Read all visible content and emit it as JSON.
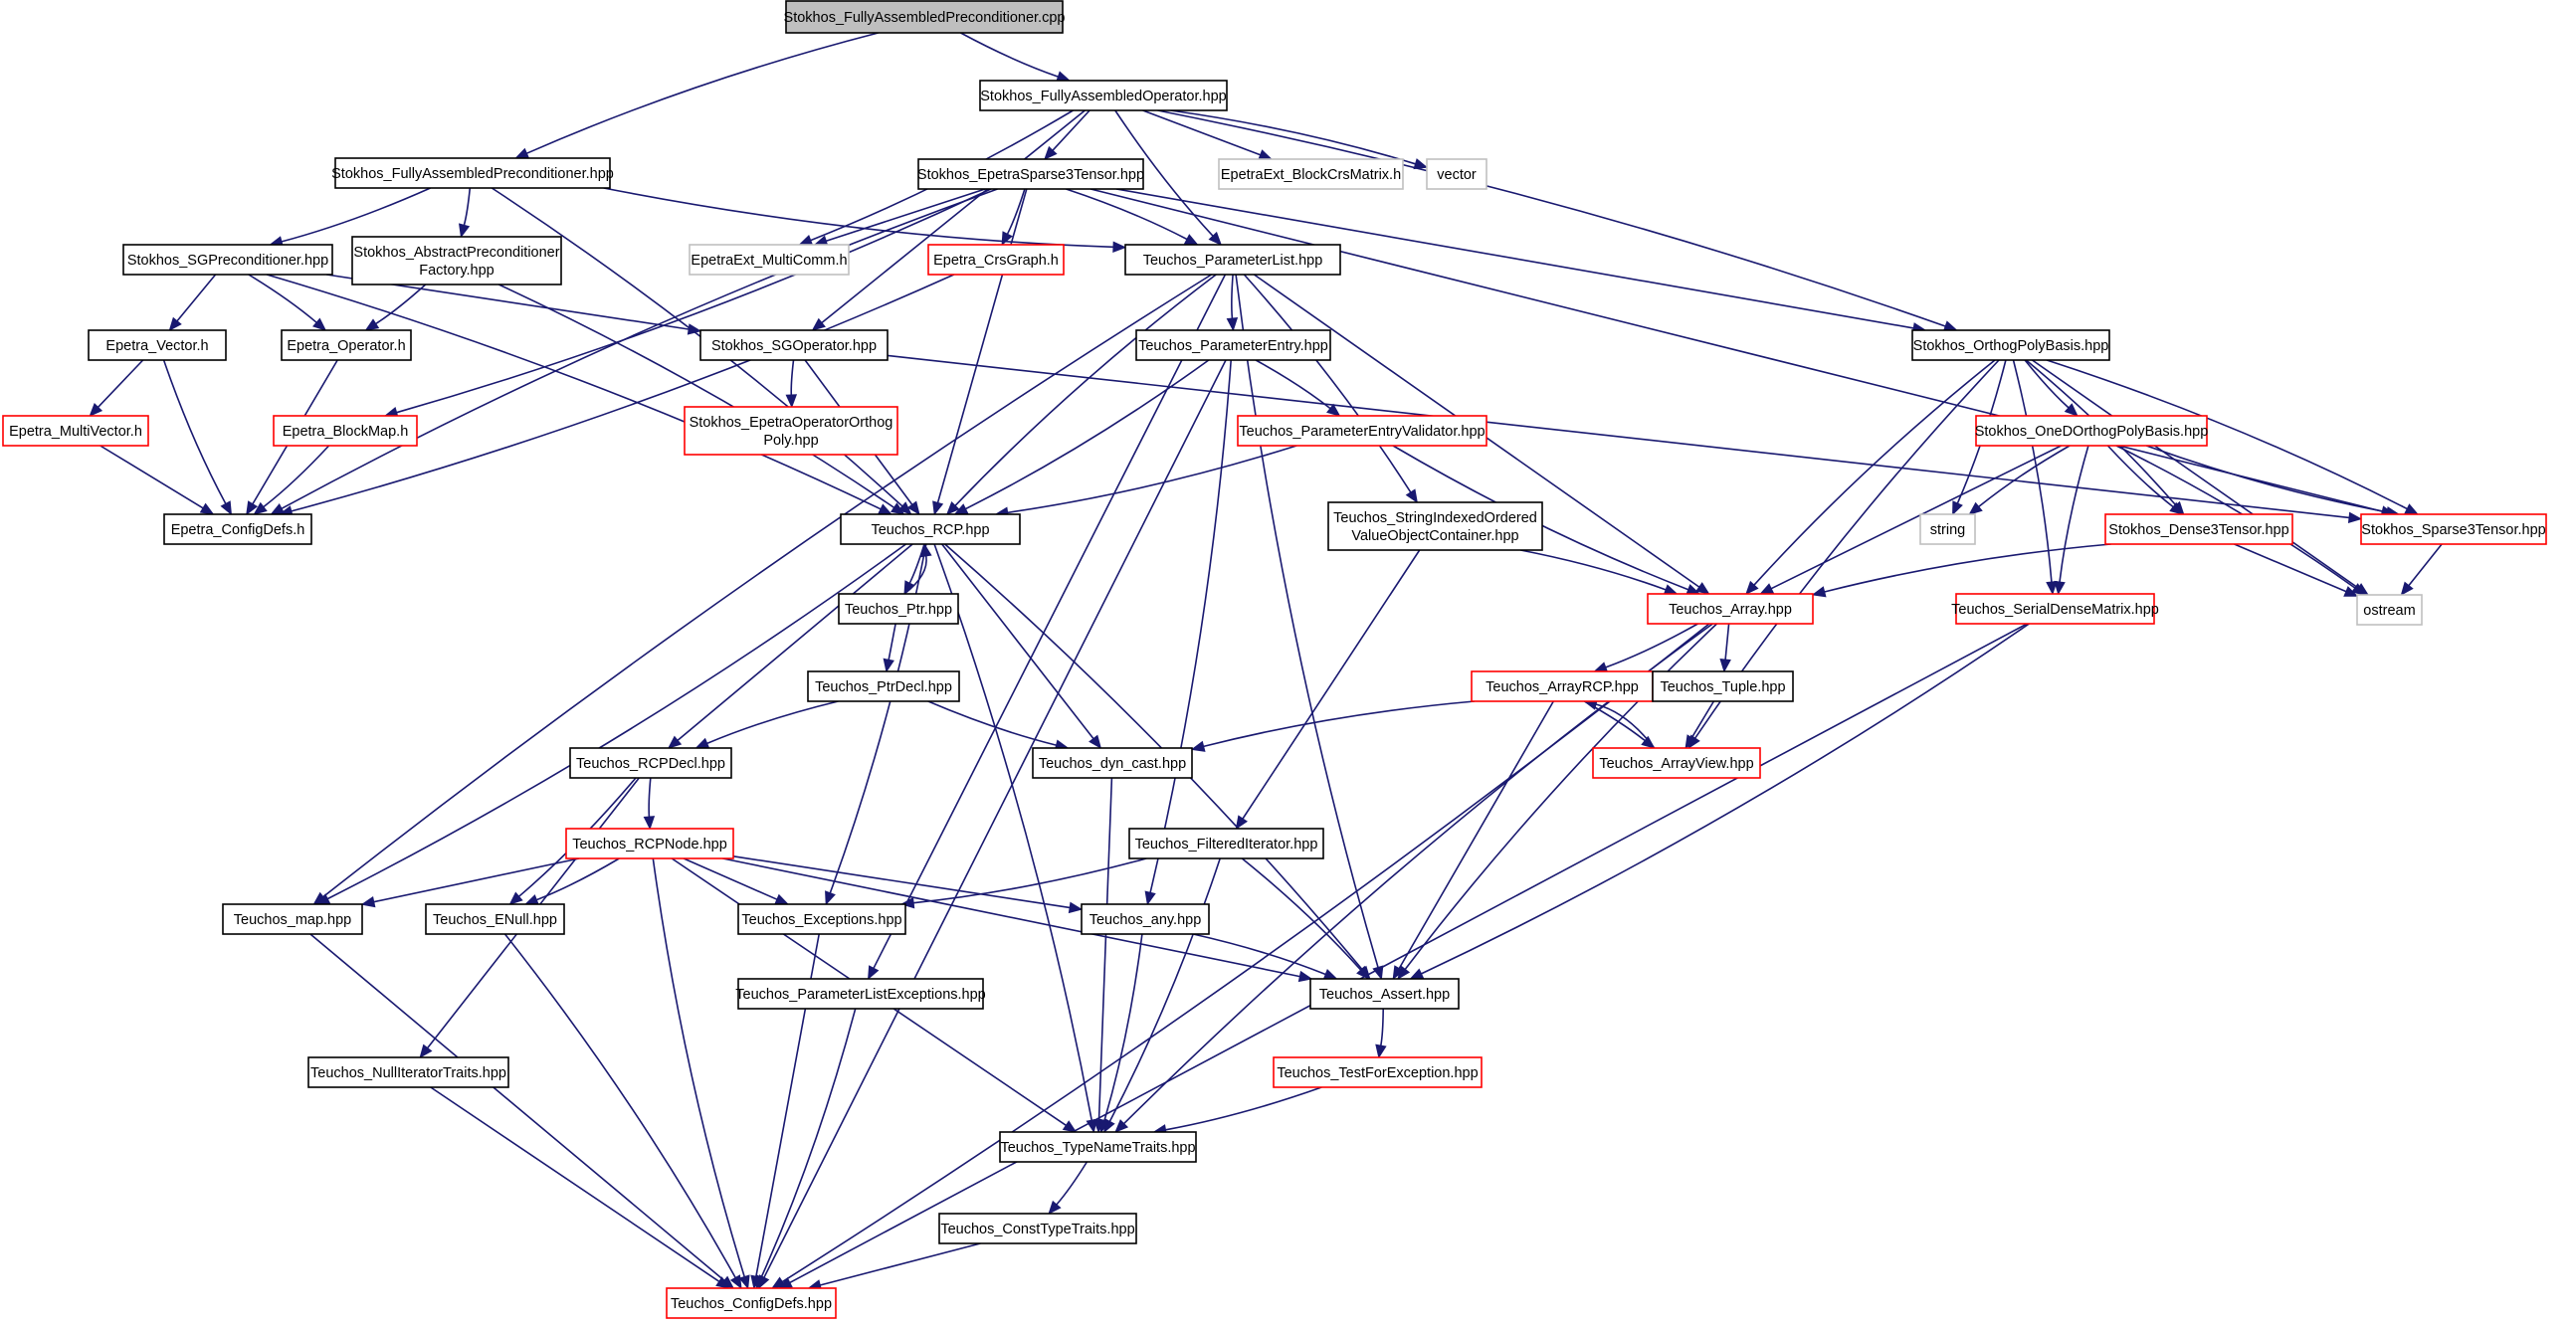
{
  "colors": {
    "root_fill": "#bfbfbf",
    "normal": "#000000",
    "incomplete": "#ff0000",
    "external": "#bfbfbf",
    "edge": "#191970"
  },
  "nodes": {
    "fapc_cpp": {
      "lines": [
        "Stokhos_FullyAssembledPreconditioner.cpp"
      ],
      "kind": "root"
    },
    "fao": {
      "lines": [
        "Stokhos_FullyAssembledOperator.hpp"
      ],
      "kind": "normal"
    },
    "fap": {
      "lines": [
        "Stokhos_FullyAssembledPreconditioner.hpp"
      ],
      "kind": "normal"
    },
    "es3t": {
      "lines": [
        "Stokhos_EpetraSparse3Tensor.hpp"
      ],
      "kind": "normal"
    },
    "bcrs": {
      "lines": [
        "EpetraExt_BlockCrsMatrix.h"
      ],
      "kind": "external"
    },
    "vector": {
      "lines": [
        "vector"
      ],
      "kind": "external"
    },
    "sgprec": {
      "lines": [
        "Stokhos_SGPreconditioner.hpp"
      ],
      "kind": "normal"
    },
    "apf": {
      "lines": [
        "Stokhos_AbstractPreconditioner",
        "Factory.hpp"
      ],
      "kind": "normal"
    },
    "multicomm": {
      "lines": [
        "EpetraExt_MultiComm.h"
      ],
      "kind": "external"
    },
    "crsgraph": {
      "lines": [
        "Epetra_CrsGraph.h"
      ],
      "kind": "incomplete"
    },
    "plist": {
      "lines": [
        "Teuchos_ParameterList.hpp"
      ],
      "kind": "normal"
    },
    "evec": {
      "lines": [
        "Epetra_Vector.h"
      ],
      "kind": "normal"
    },
    "eop": {
      "lines": [
        "Epetra_Operator.h"
      ],
      "kind": "normal"
    },
    "sgop": {
      "lines": [
        "Stokhos_SGOperator.hpp"
      ],
      "kind": "normal"
    },
    "pentry": {
      "lines": [
        "Teuchos_ParameterEntry.hpp"
      ],
      "kind": "normal"
    },
    "opb": {
      "lines": [
        "Stokhos_OrthogPolyBasis.hpp"
      ],
      "kind": "normal"
    },
    "emv": {
      "lines": [
        "Epetra_MultiVector.h"
      ],
      "kind": "incomplete"
    },
    "blockmap": {
      "lines": [
        "Epetra_BlockMap.h"
      ],
      "kind": "incomplete"
    },
    "eoop": {
      "lines": [
        "Stokhos_EpetraOperatorOrthog",
        "Poly.hpp"
      ],
      "kind": "incomplete"
    },
    "pev": {
      "lines": [
        "Teuchos_ParameterEntryValidator.hpp"
      ],
      "kind": "incomplete"
    },
    "odopb": {
      "lines": [
        "Stokhos_OneDOrthogPolyBasis.hpp"
      ],
      "kind": "incomplete"
    },
    "cfgdefs": {
      "lines": [
        "Epetra_ConfigDefs.h"
      ],
      "kind": "normal"
    },
    "rcp": {
      "lines": [
        "Teuchos_RCP.hpp"
      ],
      "kind": "normal"
    },
    "sivo": {
      "lines": [
        "Teuchos_StringIndexedOrdered",
        "ValueObjectContainer.hpp"
      ],
      "kind": "normal"
    },
    "string": {
      "lines": [
        "string"
      ],
      "kind": "external"
    },
    "d3t": {
      "lines": [
        "Stokhos_Dense3Tensor.hpp"
      ],
      "kind": "incomplete"
    },
    "s3t": {
      "lines": [
        "Stokhos_Sparse3Tensor.hpp"
      ],
      "kind": "incomplete"
    },
    "ptr": {
      "lines": [
        "Teuchos_Ptr.hpp"
      ],
      "kind": "normal"
    },
    "array": {
      "lines": [
        "Teuchos_Array.hpp"
      ],
      "kind": "incomplete"
    },
    "sdm": {
      "lines": [
        "Teuchos_SerialDenseMatrix.hpp"
      ],
      "kind": "incomplete"
    },
    "ostream": {
      "lines": [
        "ostream"
      ],
      "kind": "external"
    },
    "ptrdecl": {
      "lines": [
        "Teuchos_PtrDecl.hpp"
      ],
      "kind": "normal"
    },
    "arcp": {
      "lines": [
        "Teuchos_ArrayRCP.hpp"
      ],
      "kind": "incomplete"
    },
    "tuple": {
      "lines": [
        "Teuchos_Tuple.hpp"
      ],
      "kind": "normal"
    },
    "rcpdecl": {
      "lines": [
        "Teuchos_RCPDecl.hpp"
      ],
      "kind": "normal"
    },
    "dyncast": {
      "lines": [
        "Teuchos_dyn_cast.hpp"
      ],
      "kind": "normal"
    },
    "aview": {
      "lines": [
        "Teuchos_ArrayView.hpp"
      ],
      "kind": "incomplete"
    },
    "rcpnode": {
      "lines": [
        "Teuchos_RCPNode.hpp"
      ],
      "kind": "incomplete"
    },
    "filtit": {
      "lines": [
        "Teuchos_FilteredIterator.hpp"
      ],
      "kind": "normal"
    },
    "map": {
      "lines": [
        "Teuchos_map.hpp"
      ],
      "kind": "normal"
    },
    "enull": {
      "lines": [
        "Teuchos_ENull.hpp"
      ],
      "kind": "normal"
    },
    "exc": {
      "lines": [
        "Teuchos_Exceptions.hpp"
      ],
      "kind": "normal"
    },
    "any": {
      "lines": [
        "Teuchos_any.hpp"
      ],
      "kind": "normal"
    },
    "assert": {
      "lines": [
        "Teuchos_Assert.hpp"
      ],
      "kind": "normal"
    },
    "plexc": {
      "lines": [
        "Teuchos_ParameterListExceptions.hpp"
      ],
      "kind": "normal"
    },
    "nit": {
      "lines": [
        "Teuchos_NullIteratorTraits.hpp"
      ],
      "kind": "normal"
    },
    "tfe": {
      "lines": [
        "Teuchos_TestForException.hpp"
      ],
      "kind": "incomplete"
    },
    "tnt": {
      "lines": [
        "Teuchos_TypeNameTraits.hpp"
      ],
      "kind": "normal"
    },
    "ctt": {
      "lines": [
        "Teuchos_ConstTypeTraits.hpp"
      ],
      "kind": "normal"
    },
    "tcfg": {
      "lines": [
        "Teuchos_ConfigDefs.hpp"
      ],
      "kind": "incomplete"
    }
  },
  "edges": [
    [
      "fapc_cpp",
      "fap"
    ],
    [
      "fapc_cpp",
      "fao"
    ],
    [
      "fao",
      "es3t"
    ],
    [
      "fao",
      "bcrs"
    ],
    [
      "fao",
      "vector"
    ],
    [
      "fao",
      "multicomm"
    ],
    [
      "fao",
      "sgop"
    ],
    [
      "fao",
      "plist"
    ],
    [
      "fao",
      "opb"
    ],
    [
      "fap",
      "sgprec"
    ],
    [
      "fap",
      "apf"
    ],
    [
      "fap",
      "plist"
    ],
    [
      "fap",
      "rcp"
    ],
    [
      "es3t",
      "multicomm"
    ],
    [
      "es3t",
      "crsgraph"
    ],
    [
      "es3t",
      "plist"
    ],
    [
      "es3t",
      "blockmap"
    ],
    [
      "es3t",
      "rcp"
    ],
    [
      "es3t",
      "opb"
    ],
    [
      "es3t",
      "s3t"
    ],
    [
      "es3t",
      "cfgdefs"
    ],
    [
      "sgprec",
      "evec"
    ],
    [
      "sgprec",
      "eop"
    ],
    [
      "sgprec",
      "sgop"
    ],
    [
      "sgprec",
      "rcp"
    ],
    [
      "apf",
      "eop"
    ],
    [
      "apf",
      "rcp"
    ],
    [
      "crsgraph",
      "cfgdefs"
    ],
    [
      "evec",
      "emv"
    ],
    [
      "evec",
      "cfgdefs"
    ],
    [
      "eop",
      "cfgdefs"
    ],
    [
      "emv",
      "cfgdefs"
    ],
    [
      "blockmap",
      "cfgdefs"
    ],
    [
      "sgop",
      "eoop"
    ],
    [
      "sgop",
      "rcp"
    ],
    [
      "sgop",
      "s3t"
    ],
    [
      "plist",
      "pentry"
    ],
    [
      "plist",
      "rcp"
    ],
    [
      "plist",
      "sivo"
    ],
    [
      "plist",
      "array"
    ],
    [
      "plist",
      "assert"
    ],
    [
      "plist",
      "plexc"
    ],
    [
      "plist",
      "map"
    ],
    [
      "pentry",
      "pev"
    ],
    [
      "pentry",
      "rcp"
    ],
    [
      "pentry",
      "any"
    ],
    [
      "pentry",
      "tcfg"
    ],
    [
      "pev",
      "rcp"
    ],
    [
      "pev",
      "array"
    ],
    [
      "opb",
      "odopb"
    ],
    [
      "opb",
      "array"
    ],
    [
      "opb",
      "string"
    ],
    [
      "opb",
      "d3t"
    ],
    [
      "opb",
      "s3t"
    ],
    [
      "opb",
      "sdm"
    ],
    [
      "opb",
      "ostream"
    ],
    [
      "opb",
      "aview"
    ],
    [
      "odopb",
      "array"
    ],
    [
      "odopb",
      "string"
    ],
    [
      "odopb",
      "d3t"
    ],
    [
      "odopb",
      "s3t"
    ],
    [
      "odopb",
      "sdm"
    ],
    [
      "odopb",
      "ostream"
    ],
    [
      "d3t",
      "array"
    ],
    [
      "d3t",
      "ostream"
    ],
    [
      "s3t",
      "ostream"
    ],
    [
      "sivo",
      "array"
    ],
    [
      "sivo",
      "filtit"
    ],
    [
      "rcp",
      "ptr"
    ],
    [
      "rcp",
      "rcpdecl"
    ],
    [
      "rcp",
      "dyncast"
    ],
    [
      "rcp",
      "map"
    ],
    [
      "rcp",
      "exc"
    ],
    [
      "rcp",
      "assert"
    ],
    [
      "rcp",
      "tnt"
    ],
    [
      "ptr",
      "rcp"
    ],
    [
      "ptr",
      "ptrdecl"
    ],
    [
      "ptrdecl",
      "rcpdecl"
    ],
    [
      "ptrdecl",
      "dyncast"
    ],
    [
      "array",
      "arcp"
    ],
    [
      "array",
      "tuple"
    ],
    [
      "array",
      "assert"
    ],
    [
      "array",
      "tnt"
    ],
    [
      "array",
      "tcfg"
    ],
    [
      "sdm",
      "assert"
    ],
    [
      "sdm",
      "tcfg"
    ],
    [
      "arcp",
      "aview"
    ],
    [
      "arcp",
      "dyncast"
    ],
    [
      "arcp",
      "assert"
    ],
    [
      "aview",
      "arcp"
    ],
    [
      "tuple",
      "aview"
    ],
    [
      "rcpdecl",
      "rcpnode"
    ],
    [
      "rcpdecl",
      "enull"
    ],
    [
      "rcpdecl",
      "nit"
    ],
    [
      "dyncast",
      "tnt"
    ],
    [
      "rcpnode",
      "map"
    ],
    [
      "rcpnode",
      "enull"
    ],
    [
      "rcpnode",
      "exc"
    ],
    [
      "rcpnode",
      "any"
    ],
    [
      "rcpnode",
      "assert"
    ],
    [
      "rcpnode",
      "tnt"
    ],
    [
      "rcpnode",
      "tcfg"
    ],
    [
      "filtit",
      "exc"
    ],
    [
      "filtit",
      "assert"
    ],
    [
      "filtit",
      "tnt"
    ],
    [
      "map",
      "tcfg"
    ],
    [
      "enull",
      "tcfg"
    ],
    [
      "exc",
      "tcfg"
    ],
    [
      "any",
      "assert"
    ],
    [
      "any",
      "tnt"
    ],
    [
      "assert",
      "tfe"
    ],
    [
      "tfe",
      "tnt"
    ],
    [
      "plexc",
      "tcfg"
    ],
    [
      "nit",
      "tcfg"
    ],
    [
      "tnt",
      "ctt"
    ],
    [
      "ctt",
      "tcfg"
    ]
  ]
}
